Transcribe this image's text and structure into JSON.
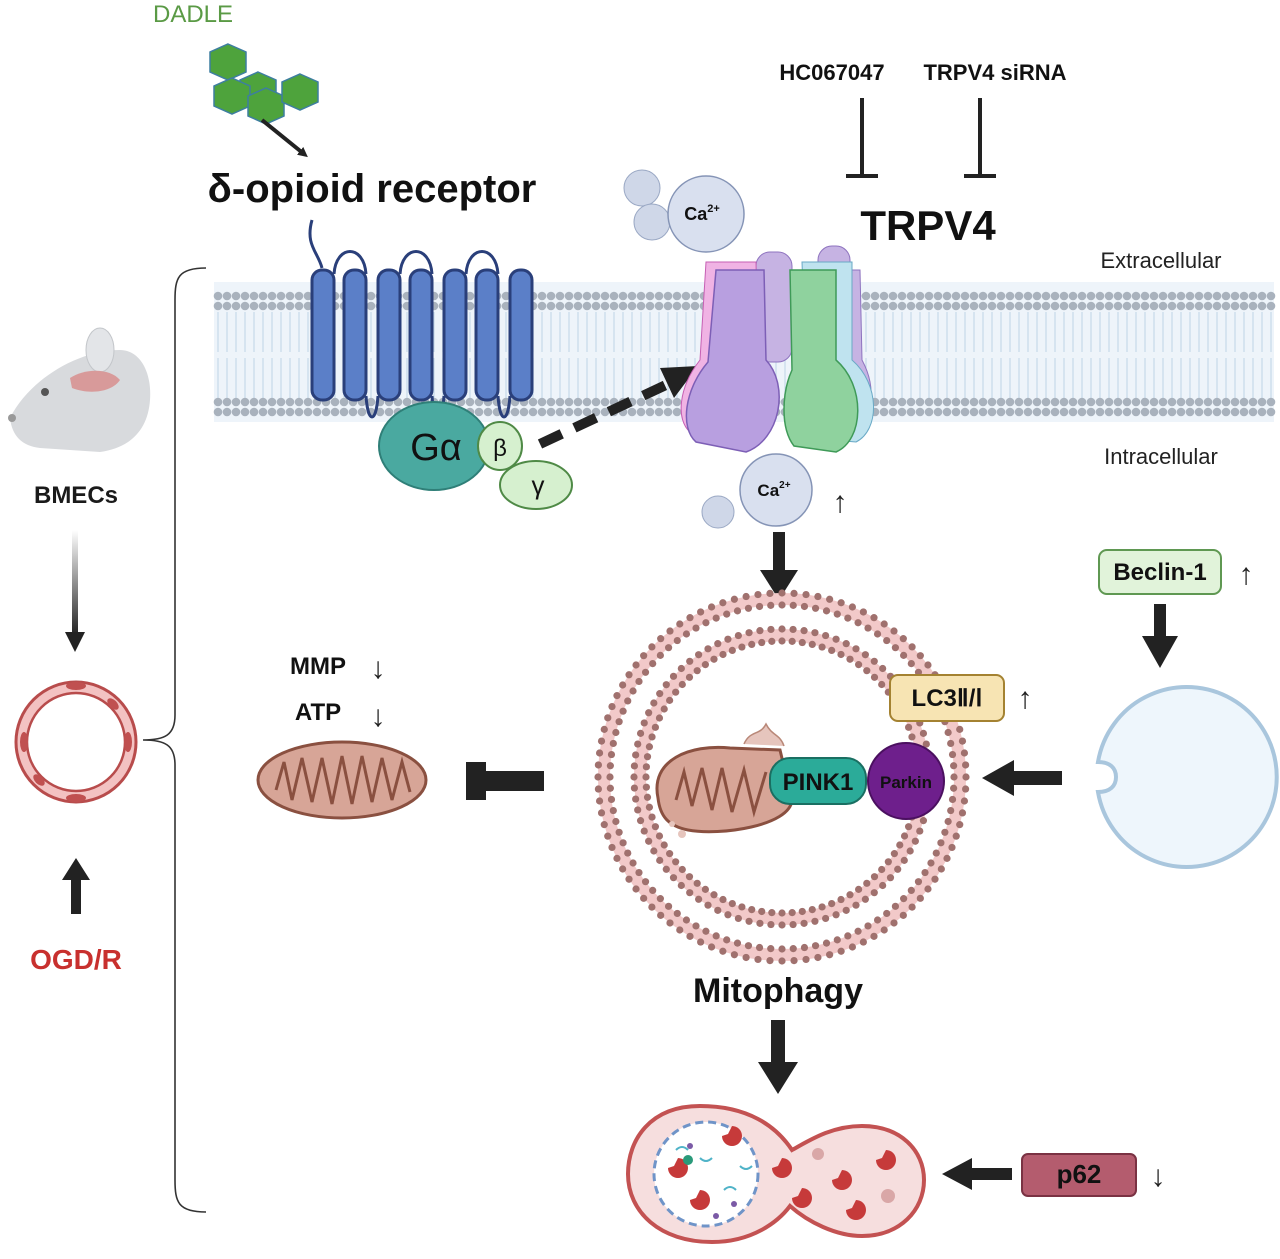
{
  "ligand": {
    "name": "DADLE",
    "color": "#5a9a45"
  },
  "receptor": {
    "title": "δ-opioid receptor"
  },
  "g_protein": {
    "alpha": "Gα",
    "beta": "β",
    "gamma": "γ"
  },
  "inhibitors": {
    "drug": "HC067047",
    "sirna": "TRPV4 siRNA"
  },
  "channel": {
    "title": "TRPV4"
  },
  "ions": {
    "ca": "Ca",
    "charge": "2+"
  },
  "membrane": {
    "outside": "Extracellular",
    "inside": "Intracellular"
  },
  "cells": {
    "label": "BMECs",
    "injury": "OGD/R",
    "injury_color": "#c8302e"
  },
  "markers": {
    "beclin": "Beclin-1",
    "lc3": "LC3Ⅱ/Ⅰ",
    "pink1": "PINK1",
    "parkin": "Parkin",
    "p62": "p62",
    "mmp": "MMP",
    "atp": "ATP"
  },
  "process": {
    "mitophagy": "Mitophagy"
  },
  "symbols": {
    "up": "↑",
    "down": "↓"
  }
}
